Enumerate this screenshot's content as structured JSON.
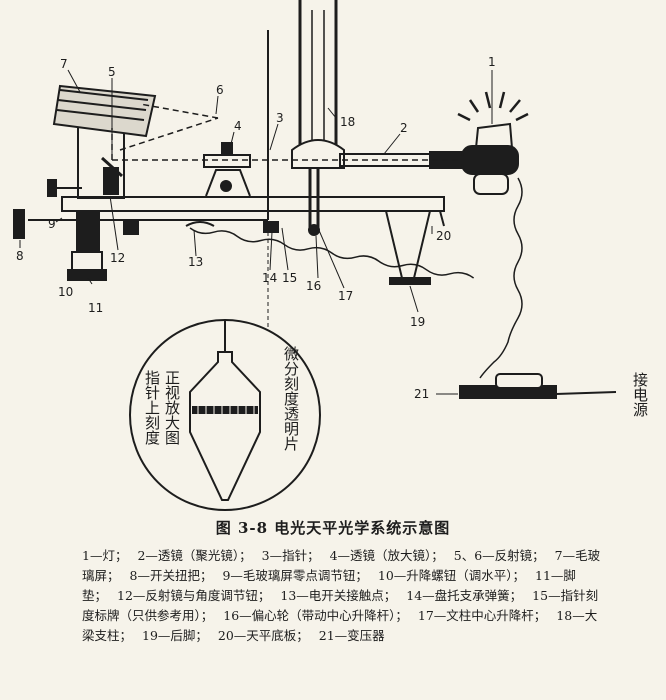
{
  "figure": {
    "caption": "图 3-8  电光天平光学系统示意图",
    "labels": [
      "1",
      "2",
      "3",
      "4",
      "5",
      "6",
      "7",
      "8",
      "9",
      "10",
      "11",
      "12",
      "13",
      "14",
      "15",
      "16",
      "17",
      "18",
      "19",
      "20",
      "21"
    ],
    "magnified_view": {
      "left_text": [
        "正视放大图",
        "指针上刻度"
      ],
      "right_text": "微分刻度透明片"
    },
    "power_label": "接电源",
    "legend": [
      "1—灯；",
      "2—透镜（聚光镜）；",
      "3—指针；",
      "4—透镜（放大镜）；",
      "5、6—反射镜；",
      "7—毛玻璃屏；",
      "8—开关扭把；",
      "9—毛玻璃屏零点调节钮；",
      "10—升降螺钮（调水平）；",
      "11—脚垫；",
      "12—反射镜与角度调节钮；",
      "13—电开关接触点；",
      "14—盘托支承弹簧；",
      "15—指针刻度标牌（只供参考用）；",
      "16—偏心轮（带动中心升降杆）；",
      "17—文柱中心升降杆；",
      "18—大梁支柱；",
      "19—后脚；",
      "20—天平底板；",
      "21—变压器"
    ]
  }
}
